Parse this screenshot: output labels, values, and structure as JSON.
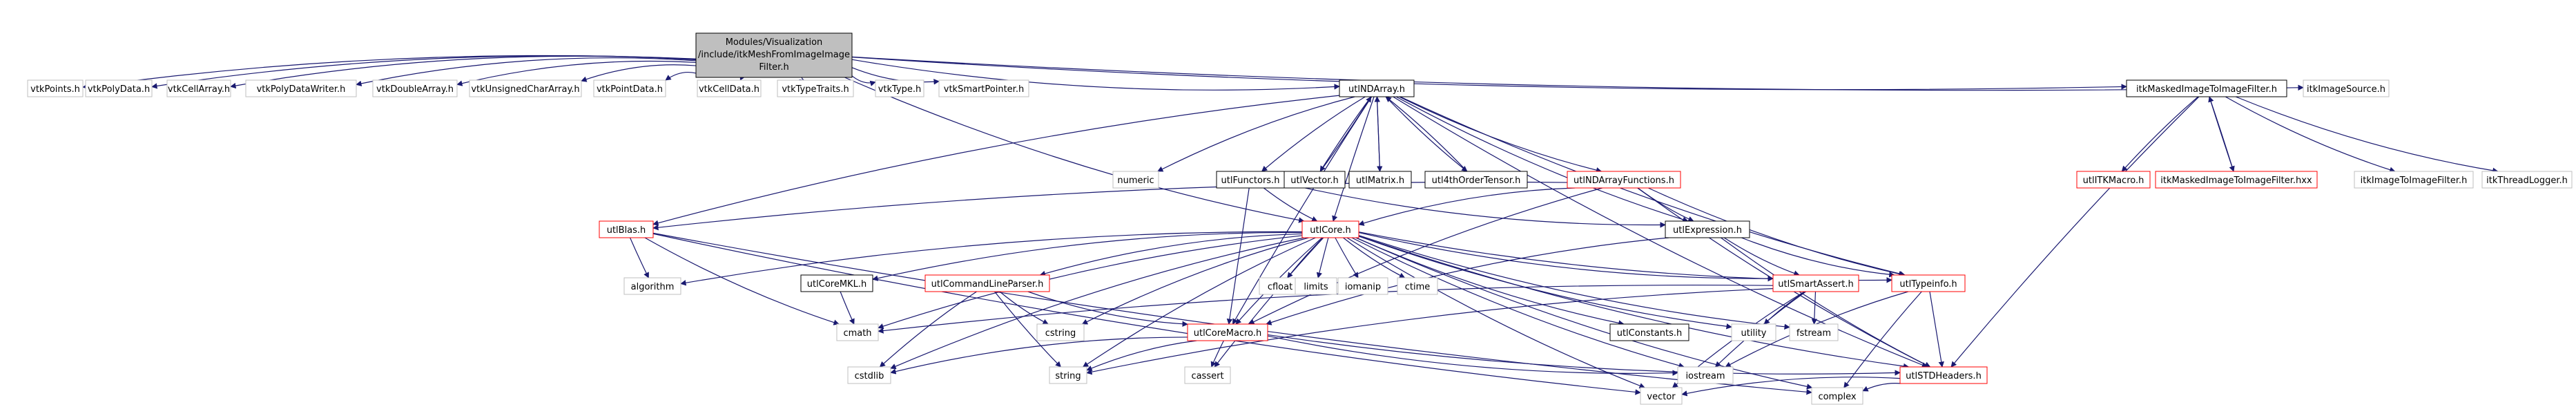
{
  "colors": {
    "root_fill": "#bfbfbf",
    "root_stroke": "#000000",
    "plain_stroke": "#bfbfbf",
    "boxed_stroke": "#000000",
    "red_stroke": "#ff0000",
    "edge": "#191970"
  },
  "nodes": {
    "root": {
      "lines": [
        "Modules/Visualization",
        "/include/itkMeshFromImageImage",
        "Filter.h"
      ],
      "kind": "root"
    },
    "vtkPoints": {
      "label": "vtkPoints.h",
      "kind": "plain"
    },
    "vtkPolyData": {
      "label": "vtkPolyData.h",
      "kind": "plain"
    },
    "vtkCellArray": {
      "label": "vtkCellArray.h",
      "kind": "plain"
    },
    "vtkPolyDataWriter": {
      "label": "vtkPolyDataWriter.h",
      "kind": "plain"
    },
    "vtkDoubleArray": {
      "label": "vtkDoubleArray.h",
      "kind": "plain"
    },
    "vtkUnsignedCharArray": {
      "label": "vtkUnsignedCharArray.h",
      "kind": "plain"
    },
    "vtkPointData": {
      "label": "vtkPointData.h",
      "kind": "plain"
    },
    "vtkCellData": {
      "label": "vtkCellData.h",
      "kind": "plain"
    },
    "vtkTypeTraits": {
      "label": "vtkTypeTraits.h",
      "kind": "plain"
    },
    "vtkType": {
      "label": "vtkType.h",
      "kind": "plain"
    },
    "vtkSmartPointer": {
      "label": "vtkSmartPointer.h",
      "kind": "plain"
    },
    "utlNDArray": {
      "label": "utlNDArray.h",
      "kind": "boxed"
    },
    "itkMaskedImageToImageFilter": {
      "label": "itkMaskedImageToImageFilter.h",
      "kind": "boxed"
    },
    "itkImageSource": {
      "label": "itkImageSource.h",
      "kind": "plain"
    },
    "numeric": {
      "label": "numeric",
      "kind": "plain"
    },
    "utlFunctors": {
      "label": "utlFunctors.h",
      "kind": "boxed"
    },
    "utlVector": {
      "label": "utlVector.h",
      "kind": "boxed"
    },
    "utlMatrix": {
      "label": "utlMatrix.h",
      "kind": "boxed"
    },
    "utl4thOrderTensor": {
      "label": "utl4thOrderTensor.h",
      "kind": "boxed"
    },
    "utlNDArrayFunctions": {
      "label": "utlNDArrayFunctions.h",
      "kind": "red"
    },
    "utlITKMacro": {
      "label": "utlITKMacro.h",
      "kind": "red"
    },
    "itkMaskedImageToImageFilterHxx": {
      "label": "itkMaskedImageToImageFilter.hxx",
      "kind": "red"
    },
    "itkImageToImageFilter": {
      "label": "itkImageToImageFilter.h",
      "kind": "plain"
    },
    "itkThreadLogger": {
      "label": "itkThreadLogger.h",
      "kind": "plain"
    },
    "utlBlas": {
      "label": "utlBlas.h",
      "kind": "red"
    },
    "utlCore": {
      "label": "utlCore.h",
      "kind": "red"
    },
    "utlExpression": {
      "label": "utlExpression.h",
      "kind": "boxed"
    },
    "algorithm": {
      "label": "algorithm",
      "kind": "plain"
    },
    "utlCoreMKL": {
      "label": "utlCoreMKL.h",
      "kind": "boxed"
    },
    "utlCommandLineParser": {
      "label": "utlCommandLineParser.h",
      "kind": "red"
    },
    "cfloat": {
      "label": "cfloat",
      "kind": "plain"
    },
    "limits": {
      "label": "limits",
      "kind": "plain"
    },
    "iomanip": {
      "label": "iomanip",
      "kind": "plain"
    },
    "ctime": {
      "label": "ctime",
      "kind": "plain"
    },
    "utlSmartAssert": {
      "label": "utlSmartAssert.h",
      "kind": "red"
    },
    "utlTypeinfo": {
      "label": "utlTypeinfo.h",
      "kind": "red"
    },
    "cmath": {
      "label": "cmath",
      "kind": "plain"
    },
    "cstring": {
      "label": "cstring",
      "kind": "plain"
    },
    "utlCoreMacro": {
      "label": "utlCoreMacro.h",
      "kind": "red"
    },
    "utlConstants": {
      "label": "utlConstants.h",
      "kind": "boxed"
    },
    "utility": {
      "label": "utility",
      "kind": "plain"
    },
    "fstream": {
      "label": "fstream",
      "kind": "plain"
    },
    "cstdlib": {
      "label": "cstdlib",
      "kind": "plain"
    },
    "string": {
      "label": "string",
      "kind": "plain"
    },
    "cassert": {
      "label": "cassert",
      "kind": "plain"
    },
    "iostream": {
      "label": "iostream",
      "kind": "plain"
    },
    "utlSTDHeaders": {
      "label": "utlSTDHeaders.h",
      "kind": "red"
    },
    "vector": {
      "label": "vector",
      "kind": "plain"
    },
    "complex": {
      "label": "complex",
      "kind": "plain"
    }
  },
  "edges": [
    [
      "root",
      "vtkPoints"
    ],
    [
      "root",
      "vtkPolyData"
    ],
    [
      "root",
      "vtkCellArray"
    ],
    [
      "root",
      "vtkPolyDataWriter"
    ],
    [
      "root",
      "vtkDoubleArray"
    ],
    [
      "root",
      "vtkUnsignedCharArray"
    ],
    [
      "root",
      "vtkPointData"
    ],
    [
      "root",
      "vtkCellData"
    ],
    [
      "root",
      "vtkTypeTraits"
    ],
    [
      "root",
      "vtkType"
    ],
    [
      "root",
      "vtkSmartPointer"
    ],
    [
      "root",
      "utlNDArray"
    ],
    [
      "root",
      "itkMaskedImageToImageFilter"
    ],
    [
      "root",
      "itkImageSource"
    ],
    [
      "root",
      "utlCore"
    ],
    [
      "utlNDArray",
      "numeric"
    ],
    [
      "utlNDArray",
      "utlFunctors"
    ],
    [
      "utlNDArray",
      "utlVector"
    ],
    [
      "utlNDArray",
      "utlMatrix"
    ],
    [
      "utlNDArray",
      "utl4thOrderTensor"
    ],
    [
      "utlNDArray",
      "utlNDArrayFunctions"
    ],
    [
      "utlNDArray",
      "utlBlas"
    ],
    [
      "utlNDArray",
      "utlCore"
    ],
    [
      "utlNDArray",
      "utlExpression"
    ],
    [
      "utlNDArray",
      "utlTypeinfo"
    ],
    [
      "utlNDArray",
      "utlSTDHeaders"
    ],
    [
      "utlNDArray",
      "utlCoreMacro"
    ],
    [
      "utlVector",
      "utlNDArray"
    ],
    [
      "utlMatrix",
      "utlNDArray"
    ],
    [
      "utl4thOrderTensor",
      "utlNDArray"
    ],
    [
      "itkMaskedImageToImageFilter",
      "utlITKMacro"
    ],
    [
      "itkMaskedImageToImageFilter",
      "itkMaskedImageToImageFilterHxx"
    ],
    [
      "itkMaskedImageToImageFilterHxx",
      "itkMaskedImageToImageFilter"
    ],
    [
      "itkMaskedImageToImageFilter",
      "itkImageToImageFilter"
    ],
    [
      "itkMaskedImageToImageFilter",
      "itkThreadLogger"
    ],
    [
      "itkMaskedImageToImageFilter",
      "utlSTDHeaders"
    ],
    [
      "utlFunctors",
      "utlCore"
    ],
    [
      "utlFunctors",
      "utlExpression"
    ],
    [
      "utlFunctors",
      "utlCoreMacro"
    ],
    [
      "utlNDArrayFunctions",
      "utlCore"
    ],
    [
      "utlNDArrayFunctions",
      "utlBlas"
    ],
    [
      "utlNDArrayFunctions",
      "utlExpression"
    ],
    [
      "utlNDArrayFunctions",
      "utlTypeinfo"
    ],
    [
      "utlNDArrayFunctions",
      "utlSTDHeaders"
    ],
    [
      "utlNDArrayFunctions",
      "utlCoreMacro"
    ],
    [
      "utlBlas",
      "algorithm"
    ],
    [
      "utlBlas",
      "cmath"
    ],
    [
      "utlBlas",
      "vector"
    ],
    [
      "utlBlas",
      "complex"
    ],
    [
      "utlCore",
      "algorithm"
    ],
    [
      "utlCore",
      "utlCoreMKL"
    ],
    [
      "utlCore",
      "utlCommandLineParser"
    ],
    [
      "utlCore",
      "cfloat"
    ],
    [
      "utlCore",
      "limits"
    ],
    [
      "utlCore",
      "iomanip"
    ],
    [
      "utlCore",
      "ctime"
    ],
    [
      "utlCore",
      "utlSmartAssert"
    ],
    [
      "utlCore",
      "utlTypeinfo"
    ],
    [
      "utlCore",
      "cmath"
    ],
    [
      "utlCore",
      "cstring"
    ],
    [
      "utlCore",
      "utlCoreMacro"
    ],
    [
      "utlCore",
      "utlConstants"
    ],
    [
      "utlCore",
      "utility"
    ],
    [
      "utlCore",
      "fstream"
    ],
    [
      "utlCore",
      "cstdlib"
    ],
    [
      "utlCore",
      "string"
    ],
    [
      "utlCore",
      "cassert"
    ],
    [
      "utlCore",
      "iostream"
    ],
    [
      "utlCore",
      "utlSTDHeaders"
    ],
    [
      "utlCore",
      "vector"
    ],
    [
      "utlCore",
      "complex"
    ],
    [
      "utlExpression",
      "utlSmartAssert"
    ],
    [
      "utlExpression",
      "utlTypeinfo"
    ],
    [
      "utlExpression",
      "utlSTDHeaders"
    ],
    [
      "utlExpression",
      "utlCoreMacro"
    ],
    [
      "utlCoreMKL",
      "cmath"
    ],
    [
      "utlCommandLineParser",
      "cstring"
    ],
    [
      "utlCommandLineParser",
      "string"
    ],
    [
      "utlCommandLineParser",
      "utlCoreMacro"
    ],
    [
      "utlCommandLineParser",
      "cstdlib"
    ],
    [
      "utlSmartAssert",
      "cmath"
    ],
    [
      "utlSmartAssert",
      "utility"
    ],
    [
      "utlSmartAssert",
      "fstream"
    ],
    [
      "utlSmartAssert",
      "string"
    ],
    [
      "utlSmartAssert",
      "iostream"
    ],
    [
      "utlSmartAssert",
      "vector"
    ],
    [
      "utlTypeinfo",
      "utlSTDHeaders"
    ],
    [
      "utlTypeinfo",
      "complex"
    ],
    [
      "utlTypeinfo",
      "iostream"
    ],
    [
      "utlCoreMacro",
      "cstdlib"
    ],
    [
      "utlCoreMacro",
      "string"
    ],
    [
      "utlCoreMacro",
      "cassert"
    ],
    [
      "utlCoreMacro",
      "iostream"
    ],
    [
      "utlCoreMacro",
      "utlSTDHeaders"
    ],
    [
      "utlSTDHeaders",
      "vector"
    ],
    [
      "utlSTDHeaders",
      "complex"
    ]
  ]
}
